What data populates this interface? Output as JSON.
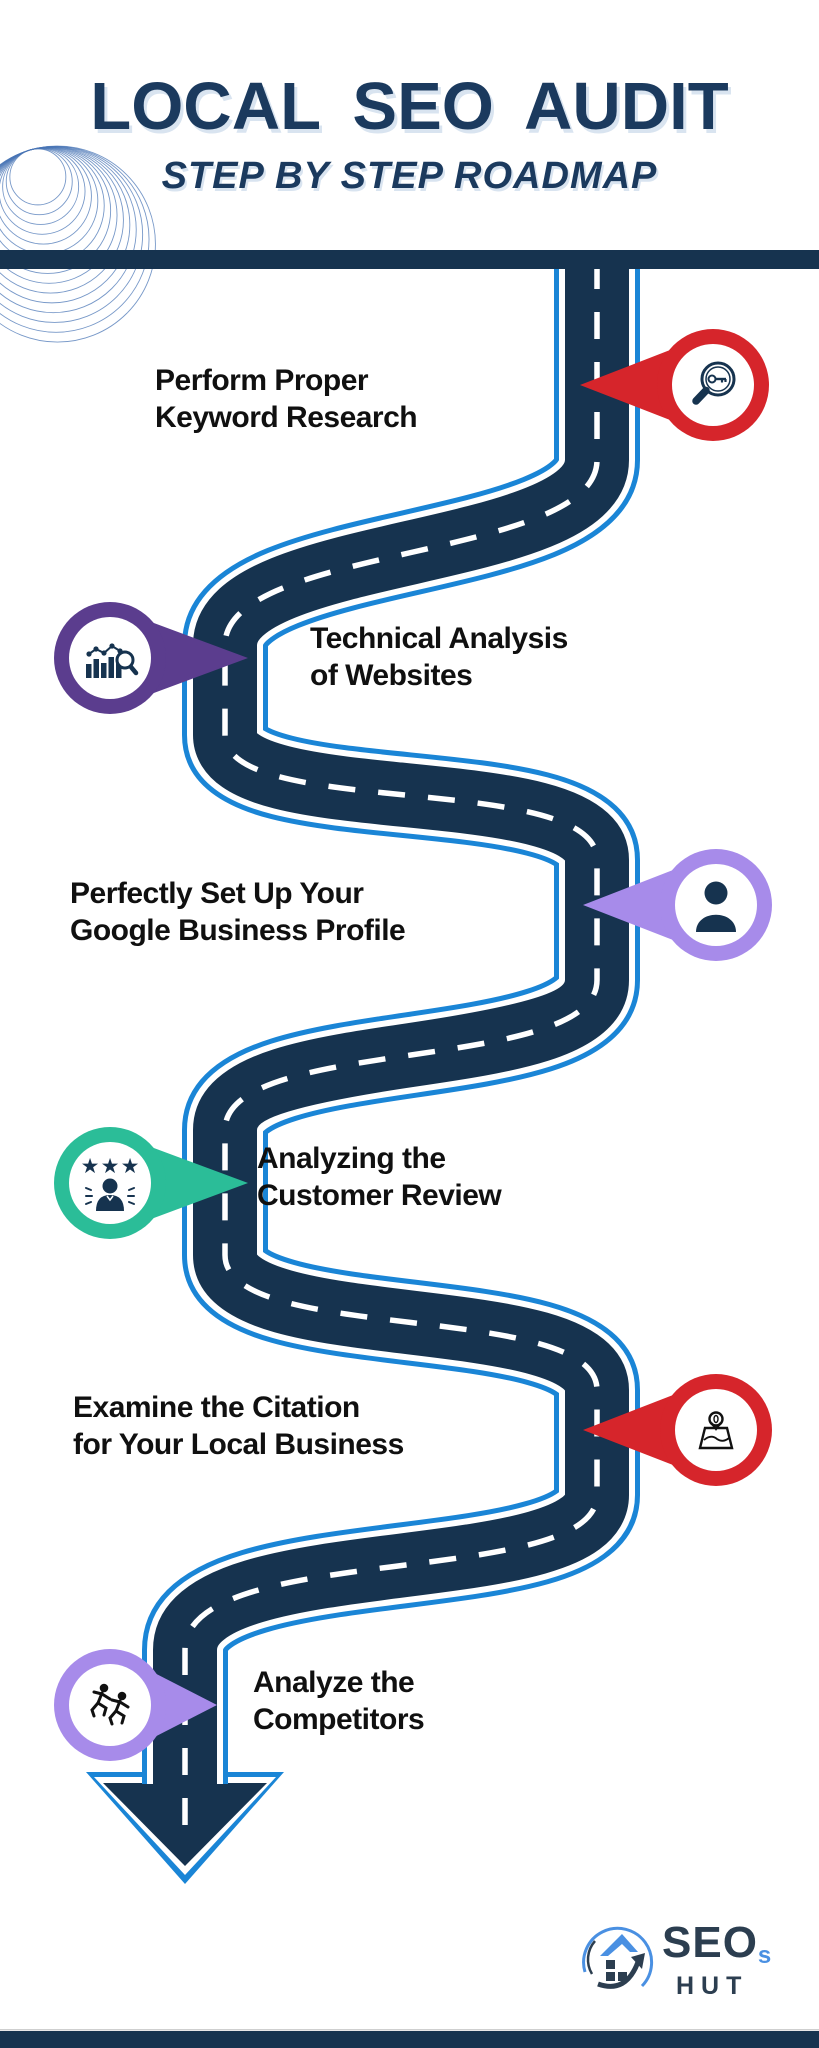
{
  "title": "LOCAL SEO AUDIT",
  "subtitle": "STEP BY STEP ROADMAP",
  "colors": {
    "navy": "#16334f",
    "road_edge_blue": "#1a85d6",
    "text_black": "#101010",
    "title_navy": "#1b3a5e",
    "red_pin": "#d6252b",
    "purple_pin": "#5b3d8e",
    "lavender_pin": "#a78bea",
    "teal_pin": "#2bbd98",
    "icon_navy": "#16334f",
    "icon_black": "#111111",
    "logo_blue": "#4a90e2",
    "logo_navy": "#2c3e50"
  },
  "steps": [
    {
      "lines": [
        "Perform Proper",
        "Keyword Research"
      ],
      "pin_color": "#d6252b",
      "pin_side": "right",
      "icon": "keyword-search-icon"
    },
    {
      "lines": [
        "Technical Analysis",
        "of Websites"
      ],
      "pin_color": "#5b3d8e",
      "pin_side": "left",
      "icon": "chart-analysis-icon"
    },
    {
      "lines": [
        "Perfectly Set Up Your",
        "Google Business Profile"
      ],
      "pin_color": "#a78bea",
      "pin_side": "right",
      "icon": "person-icon"
    },
    {
      "lines": [
        "Analyzing the",
        "Customer Review"
      ],
      "pin_color": "#2bbd98",
      "pin_side": "left",
      "icon": "customer-review-icon"
    },
    {
      "lines": [
        "Examine the Citation",
        "for Your Local Business"
      ],
      "pin_color": "#d6252b",
      "pin_side": "right",
      "icon": "map-location-icon"
    },
    {
      "lines": [
        "Analyze the",
        "Competitors"
      ],
      "pin_color": "#a78bea",
      "pin_side": "left",
      "icon": "competitors-icon"
    }
  ],
  "logo": {
    "brand": "SEO",
    "brand_sup": "s",
    "brand_sub": "HUT"
  }
}
